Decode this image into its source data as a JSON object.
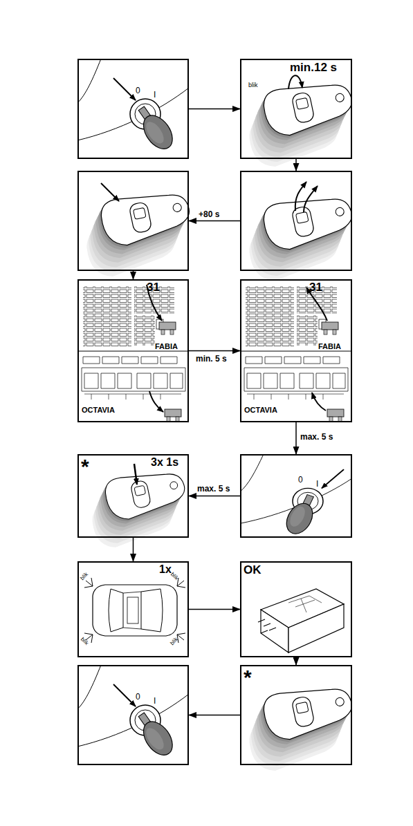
{
  "diagram": {
    "nodes": [
      {
        "text": [
          "0",
          "I"
        ]
      },
      {
        "text": [
          "min.12 s",
          "blik"
        ]
      },
      {
        "text": []
      },
      {
        "text": []
      },
      {
        "text": [
          "31",
          "FABIA",
          "OCTAVIA"
        ]
      },
      {
        "text": [
          "31",
          "FABIA",
          "OCTAVIA"
        ]
      },
      {
        "text": [
          "*",
          "3x 1s"
        ]
      },
      {
        "text": [
          "0",
          "I"
        ]
      },
      {
        "text": [
          "1x",
          "blik",
          "blik",
          "blik",
          "blik"
        ]
      },
      {
        "text": [
          "OK"
        ]
      },
      {
        "text": [
          "0",
          "I"
        ]
      },
      {
        "text": [
          "*"
        ]
      }
    ],
    "edges": [
      {
        "from": 0,
        "to": 1,
        "arrow": "to"
      },
      {
        "from": 1,
        "to": 3,
        "arrow": "to"
      },
      {
        "from": 3,
        "to": 2,
        "arrow": "to",
        "label": "+80 s"
      },
      {
        "from": 2,
        "to": 4,
        "arrow": "to"
      },
      {
        "from": 4,
        "to": 5,
        "arrow": "to",
        "label": "min. 5 s"
      },
      {
        "from": 5,
        "to": 7,
        "arrow": "to",
        "label": "max. 5 s"
      },
      {
        "from": 7,
        "to": 6,
        "arrow": "to",
        "label": "max. 5 s"
      },
      {
        "from": 6,
        "to": 8,
        "arrow": "to"
      },
      {
        "from": 8,
        "to": 9,
        "arrow": "to"
      },
      {
        "from": 9,
        "to": 11,
        "arrow": "to"
      },
      {
        "from": 11,
        "to": 10,
        "arrow": "to"
      }
    ]
  }
}
